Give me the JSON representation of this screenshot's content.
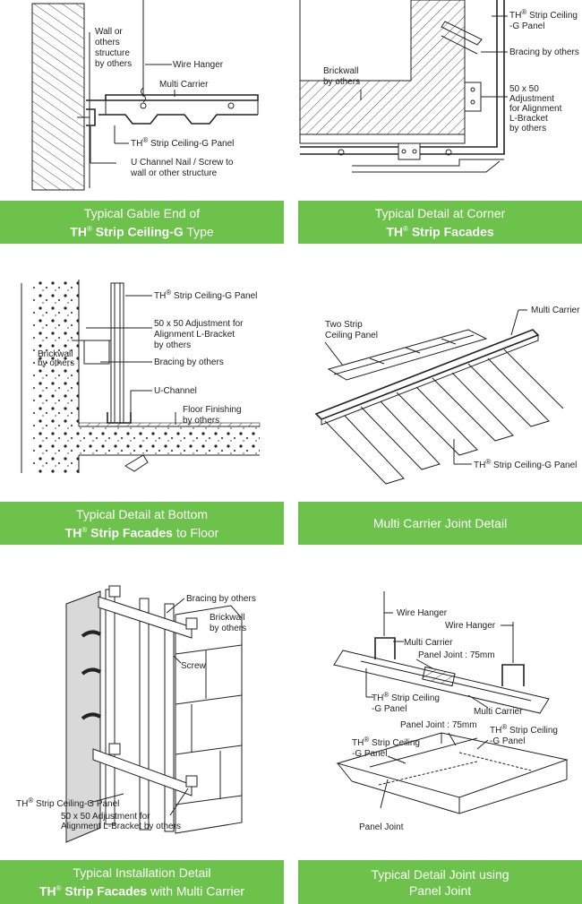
{
  "accent_color": "#6cc24a",
  "panels": [
    {
      "caption_line1": "Typical Gable End of",
      "caption_line2_brand": "TH",
      "caption_line2_reg": "®",
      "caption_line2_bold": " Strip Ceiling-G",
      "caption_line2_rest": " Type",
      "labels": {
        "wall": [
          "Wall or",
          "others",
          "structure",
          "by others"
        ],
        "wire_hanger": "Wire Hanger",
        "multi_carrier": "Multi Carrier",
        "panel_brand": "TH",
        "panel_reg": "®",
        "panel": " Strip Ceiling-G Panel",
        "u_channel": [
          "U Channel Nail / Screw to",
          "wall or other structure"
        ]
      }
    },
    {
      "caption_line1": "Typical Detail at Corner",
      "caption_line2_brand": "TH",
      "caption_line2_reg": "®",
      "caption_line2_bold": " Strip Facades",
      "caption_line2_rest": "",
      "labels": {
        "panel_brand": "TH",
        "panel_reg": "®",
        "panel": [
          " Strip Ceiling",
          "-G Panel"
        ],
        "bracing": "Bracing by others",
        "brickwall": [
          "Brickwall",
          "by others"
        ],
        "adjustment": [
          "50 x 50",
          "Adjustment",
          "for Alignment",
          "L-Bracket",
          "by others"
        ]
      }
    },
    {
      "caption_line1": "Typical Detail at Bottom",
      "caption_line2_brand": "TH",
      "caption_line2_reg": "®",
      "caption_line2_bold": " Strip Facades",
      "caption_line2_rest": " to Floor",
      "labels": {
        "panel_brand": "TH",
        "panel_reg": "®",
        "panel": " Strip Ceiling-G Panel",
        "adjustment": [
          "50 x 50 Adjustment for",
          "Alignment L-Bracket",
          "by others"
        ],
        "brickwall": [
          "Brickwall",
          "by others"
        ],
        "bracing": "Bracing by others",
        "u_channel": "U-Channel",
        "floor": [
          "Floor Finishing",
          "by others"
        ]
      }
    },
    {
      "caption_line1": "Multi Carrier Joint Detail",
      "labels": {
        "multi_carrier": "Multi Carrier",
        "two_strip": [
          "Two Strip",
          "Ceiling Panel"
        ],
        "panel_brand": "TH",
        "panel_reg": "®",
        "panel": " Strip Ceiling-G Panel"
      }
    },
    {
      "caption_line1": "Typical Installation Detail",
      "caption_line2_brand": "TH",
      "caption_line2_reg": "®",
      "caption_line2_bold": " Strip Facades",
      "caption_line2_rest": " with Multi Carrier",
      "labels": {
        "bracing": "Bracing by others",
        "brickwall": [
          "Brickwall",
          "by others"
        ],
        "screw": "Screw",
        "panel_brand": "TH",
        "panel_reg": "®",
        "panel": " Strip Ceiling-G Panel",
        "adjustment": [
          "50 x 50 Adjustment for",
          "Alignment L-Bracket by others"
        ]
      }
    },
    {
      "caption_line1": "Typical Detail Joint using",
      "caption_line2": "Panel Joint",
      "labels": {
        "wire_hanger_1": "Wire Hanger",
        "wire_hanger_2": "Wire Hanger",
        "multi_carrier_1": "Multi Carrier",
        "panel_joint_75_a": "Panel Joint : 75mm",
        "panel_a_brand": "TH",
        "panel_a_reg": "®",
        "panel_a": [
          " Strip Ceiling",
          "-G Panel"
        ],
        "multi_carrier_2": "Multi Carrier",
        "panel_joint_75_b": "Panel Joint : 75mm",
        "panel_b_brand": "TH",
        "panel_b_reg": "®",
        "panel_b": [
          " Strip Ceiling",
          "-G Panel"
        ],
        "panel_c_brand": "TH",
        "panel_c_reg": "®",
        "panel_c": [
          " Strip Ceiling",
          "-G Panel"
        ],
        "panel_joint": "Panel Joint"
      }
    }
  ]
}
